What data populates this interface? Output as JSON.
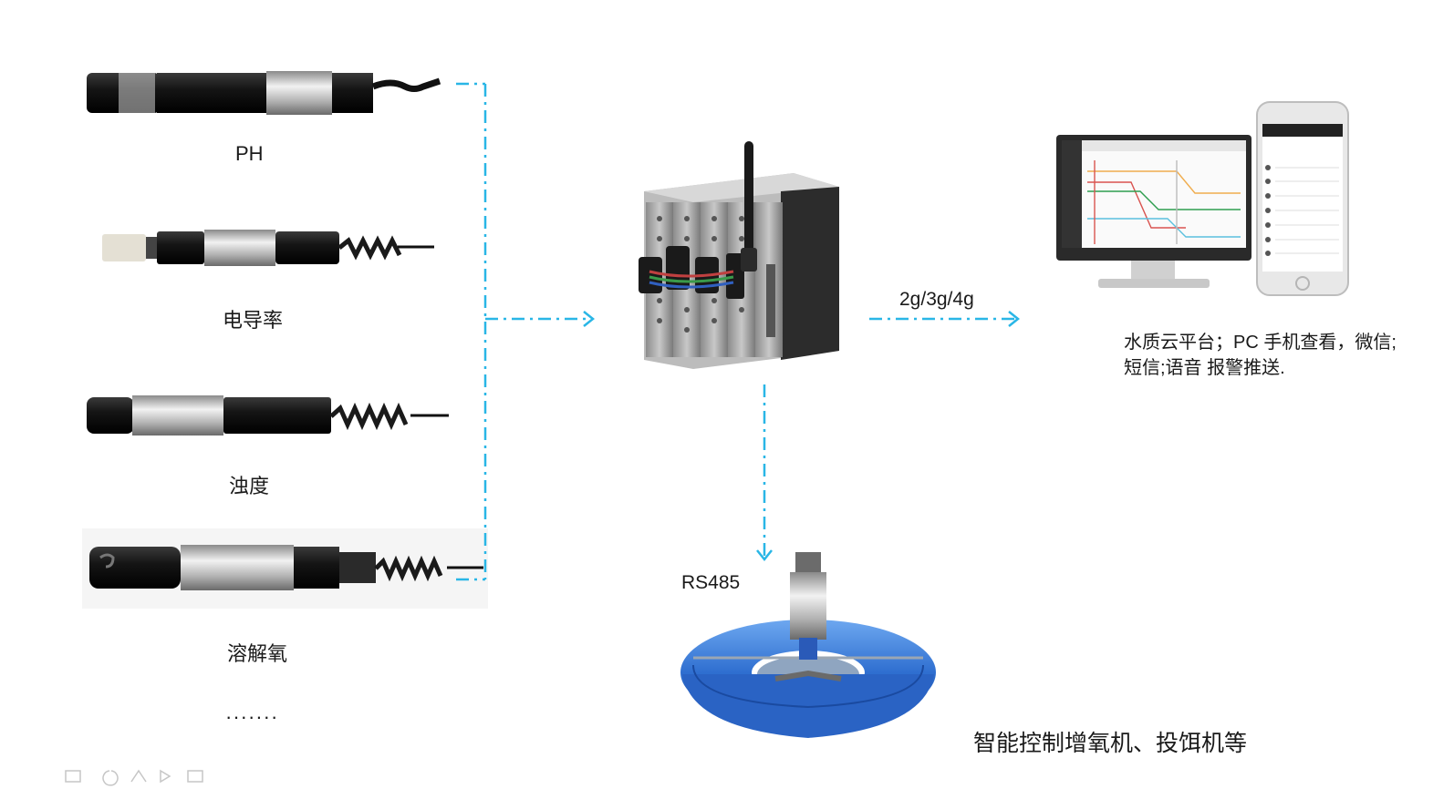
{
  "sensors": [
    {
      "label": "PH",
      "icon": "ph-probe-icon"
    },
    {
      "label": "电导率",
      "icon": "conductivity-probe-icon"
    },
    {
      "label": "浊度",
      "icon": "turbidity-probe-icon"
    },
    {
      "label": "溶解氧",
      "icon": "dissolved-oxygen-probe-icon"
    }
  ],
  "sensors_more": "·······",
  "gateway": {
    "icon": "data-gateway-icon",
    "uplink_label": "2g/3g/4g",
    "downlink_label": "RS485"
  },
  "platform": {
    "icon": "monitor-and-phone-icon",
    "line1": "水质云平台；PC 手机查看，微信;",
    "line2": "短信;语音 报警推送."
  },
  "aerator": {
    "icon": "aerator-icon",
    "caption": "智能控制增氧机、投饵机等"
  },
  "colors": {
    "connector": "#29b6e6",
    "aerator_blue": "#2f6fd0",
    "probe_black": "#151515",
    "probe_silver": "#bcbcbc"
  },
  "toolbar_icons": [
    "slide-icon",
    "rewind-icon",
    "home-icon",
    "play-icon",
    "edit-icon"
  ]
}
